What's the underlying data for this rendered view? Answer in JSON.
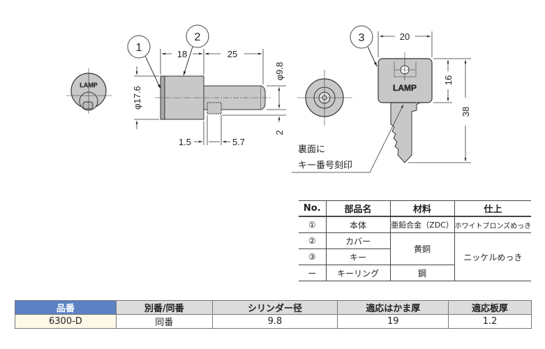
{
  "drawing": {
    "callouts": [
      "1",
      "2",
      "3"
    ],
    "brand": "LAMP",
    "dims": {
      "body_length": "18",
      "shaft_length": "25",
      "body_dia": "φ17.6",
      "shaft_dia": "φ9.8",
      "slot_depth": "2",
      "flange": "1.5",
      "slot_width": "5.7",
      "key_width": "20",
      "key_head": "16",
      "key_length": "38"
    },
    "note_line1": "裏面に",
    "note_line2": "キー番号刻印"
  },
  "parts_table": {
    "headers": [
      "No.",
      "部品名",
      "材料",
      "仕上"
    ],
    "rows": [
      {
        "no": "①",
        "name": "本体",
        "material": "亜鉛合金（ZDC）",
        "finish": "ホワイトブロンズめっき"
      },
      {
        "no": "②",
        "name": "カバー",
        "material": "黄銅",
        "finish": "ニッケルめっき"
      },
      {
        "no": "③",
        "name": "キー"
      },
      {
        "no": "ー",
        "name": "キーリング",
        "material": "鋼"
      }
    ]
  },
  "spec_table": {
    "headers": [
      "品番",
      "別番/同番",
      "シリンダー径",
      "適応はかま厚",
      "適応板厚"
    ],
    "row": [
      "6300-D",
      "同番",
      "9.8",
      "19",
      "1.2"
    ]
  },
  "colors": {
    "header_accent": "#5c82c4",
    "key_cell": "#fdf8e8",
    "header_gray": "#dcdcdc",
    "part_fill": "#c8c8c8"
  }
}
